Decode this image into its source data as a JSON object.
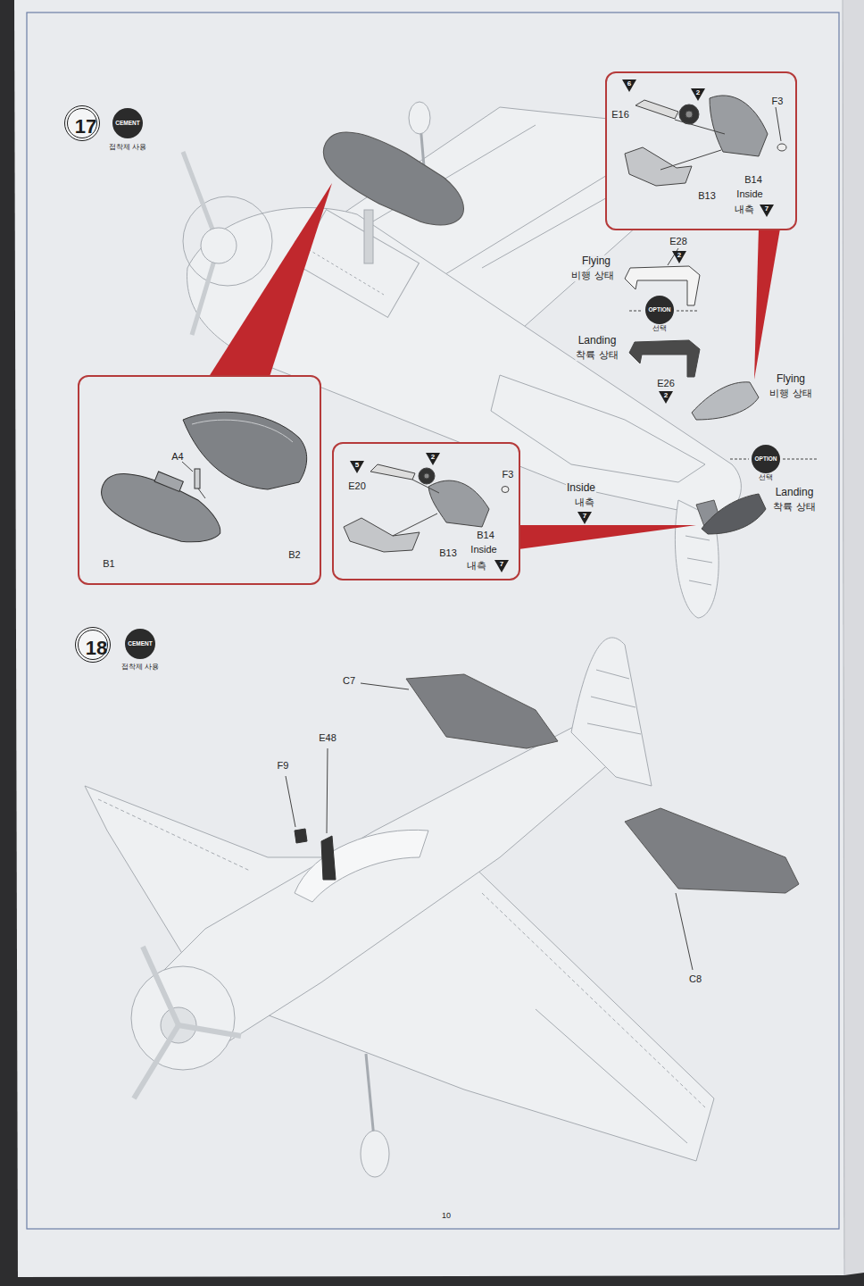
{
  "diagram": {
    "nodes": [
      {
        "text": [
          "17"
        ]
      },
      {
        "text": [
          "CEMENT",
          "접착제 사용"
        ]
      },
      {
        "text": [
          "E16",
          "F3",
          "B14",
          "Inside",
          "내측",
          "B13"
        ]
      },
      {
        "text": [
          "6"
        ],
        "in": 2
      },
      {
        "text": [
          "2"
        ],
        "in": 2
      },
      {
        "text": [
          "7"
        ],
        "in": 2
      },
      {
        "text": [
          "2"
        ]
      },
      {
        "text": [
          "OPTION",
          "선택"
        ]
      },
      {
        "text": [
          "2"
        ]
      },
      {
        "text": [
          "OPTION",
          "선택"
        ]
      },
      {
        "text": [
          "7"
        ]
      },
      {
        "text": [
          "A4",
          "B1",
          "B2"
        ]
      },
      {
        "text": [
          "E20",
          "F3",
          "B14",
          "Inside",
          "내측",
          "B13"
        ]
      },
      {
        "text": [
          "5"
        ],
        "in": 12
      },
      {
        "text": [
          "2"
        ],
        "in": 12
      },
      {
        "text": [
          "7"
        ],
        "in": 12
      },
      {
        "text": [
          "18"
        ]
      },
      {
        "text": [
          "CEMENT",
          "접착제 사용"
        ]
      }
    ],
    "labels": [
      "Flying",
      "비행 상태",
      "E28",
      "Landing",
      "착륙 상태",
      "E26",
      "Flying",
      "비행 상태",
      "Landing",
      "착륙 상태",
      "Inside",
      "내측",
      "C7",
      "E48",
      "F9",
      "C8",
      "10"
    ]
  }
}
